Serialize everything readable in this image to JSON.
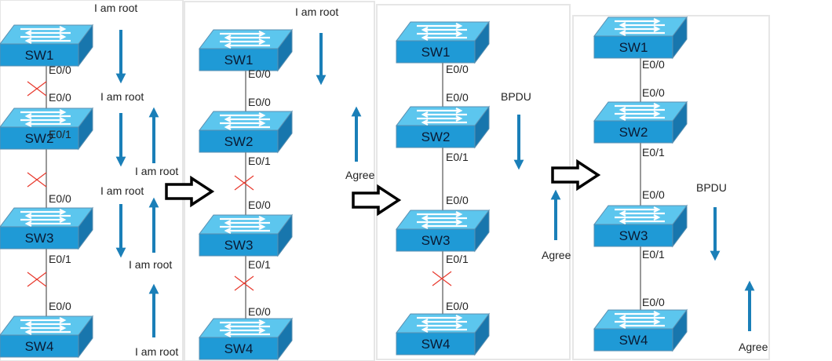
{
  "colors": {
    "switch_top": "#5cc6ee",
    "switch_front": "#1f9ad6",
    "arrow": "#1a7fb8",
    "blocked": "#e8392d"
  },
  "panels": [
    {
      "switches": [
        "SW1",
        "SW2",
        "SW3",
        "SW4"
      ],
      "ports": [
        "E0/0",
        "E0/0",
        "E0/1",
        "E0/0",
        "E0/1",
        "E0/0"
      ],
      "messages": [
        "I am root",
        "I am root",
        "I am root",
        "I am root",
        "I am root",
        "I am root"
      ],
      "blocked_links": 3
    },
    {
      "switches": [
        "SW1",
        "SW2",
        "SW3",
        "SW4"
      ],
      "ports": [
        "E0/0",
        "E0/0",
        "E0/1",
        "E0/0",
        "E0/1",
        "E0/0"
      ],
      "messages": [
        "I am root",
        "Agree"
      ],
      "blocked_links": 2
    },
    {
      "switches": [
        "SW1",
        "SW2",
        "SW3",
        "SW4"
      ],
      "ports": [
        "E0/0",
        "E0/0",
        "E0/1",
        "E0/0",
        "E0/1",
        "E0/0"
      ],
      "messages": [
        "BPDU",
        "Agree"
      ],
      "blocked_links": 1
    },
    {
      "switches": [
        "SW1",
        "SW2",
        "SW3",
        "SW4"
      ],
      "ports": [
        "E0/0",
        "E0/0",
        "E0/1",
        "E0/0",
        "E0/1",
        "E0/0"
      ],
      "messages": [
        "BPDU",
        "Agree"
      ],
      "blocked_links": 0
    }
  ]
}
